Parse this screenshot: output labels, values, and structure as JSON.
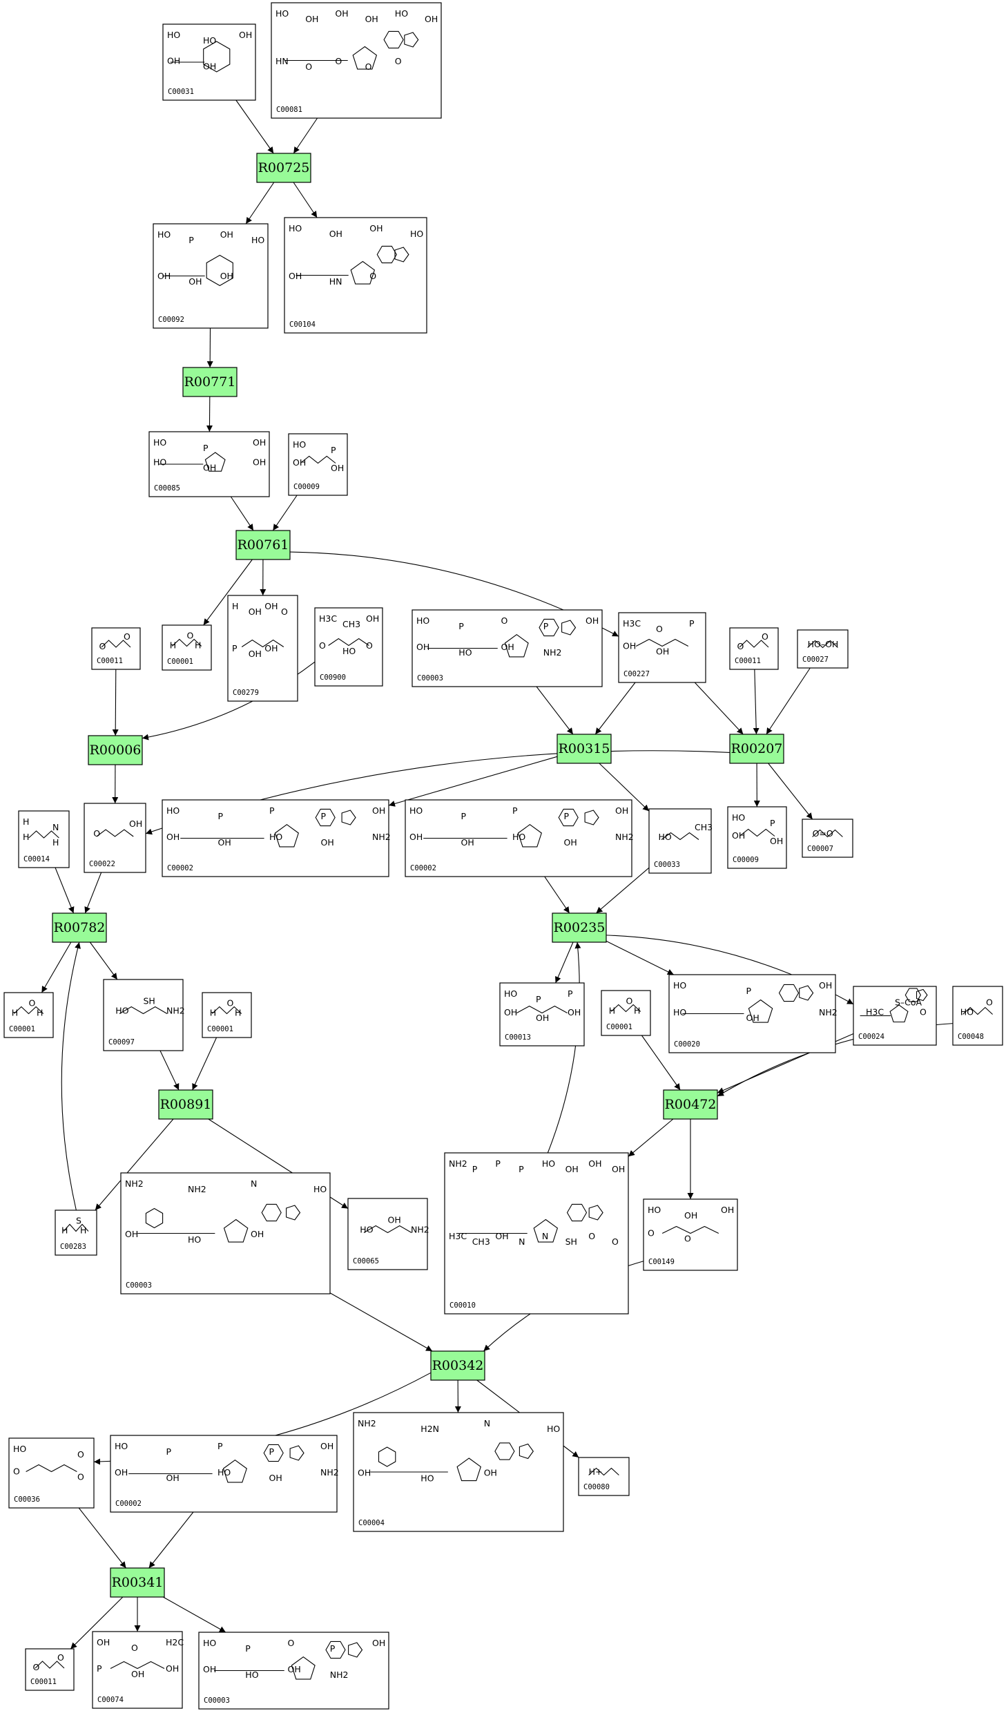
{
  "colors": {
    "reaction_fill": "#98fb98",
    "line": "#000000",
    "background": "#ffffff"
  },
  "reactions": [
    {
      "id": "R00725"
    },
    {
      "id": "R00771"
    },
    {
      "id": "R00761"
    },
    {
      "id": "R00006"
    },
    {
      "id": "R00315"
    },
    {
      "id": "R00207"
    },
    {
      "id": "R00782"
    },
    {
      "id": "R00235"
    },
    {
      "id": "R00891"
    },
    {
      "id": "R00472"
    },
    {
      "id": "R00342"
    },
    {
      "id": "R00341"
    }
  ],
  "compounds": [
    {
      "key": "c00031",
      "id": "C00031",
      "labels": [
        "HO",
        "HO",
        "OH",
        "OH",
        "OH"
      ]
    },
    {
      "key": "c00081",
      "id": "C00081",
      "labels": [
        "HO",
        "OH",
        "OH",
        "OH",
        "HO",
        "OH",
        "HN",
        "O",
        "O",
        "O",
        "O"
      ]
    },
    {
      "key": "c00092",
      "id": "C00092",
      "labels": [
        "HO",
        "P",
        "OH",
        "HO",
        "OH",
        "OH",
        "OH"
      ]
    },
    {
      "key": "c00104",
      "id": "C00104",
      "labels": [
        "HO",
        "OH",
        "OH",
        "HO",
        "OH",
        "HN",
        "O"
      ]
    },
    {
      "key": "c00085",
      "id": "C00085",
      "labels": [
        "HO",
        "P",
        "OH",
        "HO",
        "OH",
        "OH"
      ]
    },
    {
      "key": "c00009a",
      "id": "C00009",
      "labels": [
        "HO",
        "P",
        "OH",
        "OH"
      ]
    },
    {
      "key": "c00001a",
      "id": "C00001",
      "labels": [
        "H",
        "O",
        "H"
      ]
    },
    {
      "key": "c00279",
      "id": "C00279",
      "labels": [
        "H",
        "OH",
        "OH",
        "O",
        "P",
        "OH",
        "OH"
      ]
    },
    {
      "key": "c00900",
      "id": "C00900",
      "labels": [
        "H3C",
        "CH3",
        "OH",
        "O",
        "HO",
        "O"
      ]
    },
    {
      "key": "c00011a",
      "id": "C00011",
      "labels": [
        "O",
        "O"
      ]
    },
    {
      "key": "c00003a",
      "id": "C00003",
      "labels": [
        "HO",
        "P",
        "O",
        "P",
        "OH",
        "OH",
        "HO",
        "OH",
        "NH2"
      ]
    },
    {
      "key": "c00227",
      "id": "C00227",
      "labels": [
        "H3C",
        "O",
        "P",
        "OH",
        "OH"
      ]
    },
    {
      "key": "c00011b",
      "id": "C00011",
      "labels": [
        "O",
        "O"
      ]
    },
    {
      "key": "c00027",
      "id": "C00027",
      "labels": [
        "HO–OH"
      ]
    },
    {
      "key": "c00014",
      "id": "C00014",
      "labels": [
        "H",
        "N",
        "H",
        "H"
      ]
    },
    {
      "key": "c00022",
      "id": "C00022",
      "labels": [
        "O",
        "OH"
      ]
    },
    {
      "key": "c00002a",
      "id": "C00002",
      "labels": [
        "HO",
        "P",
        "P",
        "P",
        "OH",
        "OH",
        "OH",
        "HO",
        "OH",
        "NH2"
      ]
    },
    {
      "key": "c00002b",
      "id": "C00002",
      "labels": [
        "HO",
        "P",
        "P",
        "P",
        "OH",
        "OH",
        "OH",
        "HO",
        "OH",
        "NH2"
      ]
    },
    {
      "key": "c00033",
      "id": "C00033",
      "labels": [
        "HO",
        "CH3"
      ]
    },
    {
      "key": "c00009b",
      "id": "C00009",
      "labels": [
        "HO",
        "P",
        "OH",
        "OH"
      ]
    },
    {
      "key": "c00007",
      "id": "C00007",
      "labels": [
        "O=O"
      ]
    },
    {
      "key": "c00001b",
      "id": "C00001",
      "labels": [
        "H",
        "O",
        "H"
      ]
    },
    {
      "key": "c00097",
      "id": "C00097",
      "labels": [
        "HO",
        "SH",
        "NH2"
      ]
    },
    {
      "key": "c00001c",
      "id": "C00001",
      "labels": [
        "H",
        "O",
        "H"
      ]
    },
    {
      "key": "c00013",
      "id": "C00013",
      "labels": [
        "HO",
        "P",
        "P",
        "OH",
        "OH",
        "OH"
      ]
    },
    {
      "key": "c00001d",
      "id": "C00001",
      "labels": [
        "H",
        "O",
        "H"
      ]
    },
    {
      "key": "c00020",
      "id": "C00020",
      "labels": [
        "HO",
        "P",
        "OH",
        "HO",
        "OH",
        "NH2"
      ]
    },
    {
      "key": "c00024",
      "id": "C00024",
      "labels": [
        "H3C",
        "S–CoA",
        "O"
      ]
    },
    {
      "key": "c00048",
      "id": "C00048",
      "labels": [
        "HO",
        "O"
      ]
    },
    {
      "key": "c00283",
      "id": "C00283",
      "labels": [
        "H",
        "S",
        "H"
      ]
    },
    {
      "key": "c00003b",
      "id": "C00003",
      "labels": [
        "NH2",
        "NH2",
        "N",
        "HO",
        "OH",
        "HO",
        "OH"
      ]
    },
    {
      "key": "c00065",
      "id": "C00065",
      "labels": [
        "HO",
        "OH",
        "NH2"
      ]
    },
    {
      "key": "c00010",
      "id": "C00010",
      "labels": [
        "NH2",
        "P",
        "P",
        "P",
        "HO",
        "OH",
        "OH",
        "OH",
        "H3C",
        "CH3",
        "OH",
        "N",
        "N",
        "SH",
        "O",
        "O"
      ]
    },
    {
      "key": "c00149",
      "id": "C00149",
      "labels": [
        "HO",
        "OH",
        "OH",
        "O",
        "O"
      ]
    },
    {
      "key": "c00036",
      "id": "C00036",
      "labels": [
        "HO",
        "O",
        "O",
        "O"
      ]
    },
    {
      "key": "c00002c",
      "id": "C00002",
      "labels": [
        "HO",
        "P",
        "P",
        "P",
        "OH",
        "OH",
        "OH",
        "HO",
        "OH",
        "NH2"
      ]
    },
    {
      "key": "c00004",
      "id": "C00004",
      "labels": [
        "NH2",
        "H2N",
        "N",
        "HO",
        "OH",
        "HO",
        "OH"
      ]
    },
    {
      "key": "c00080",
      "id": "C00080",
      "labels": [
        "H+"
      ]
    },
    {
      "key": "c00011c",
      "id": "C00011",
      "labels": [
        "O",
        "O"
      ]
    },
    {
      "key": "c00074",
      "id": "C00074",
      "labels": [
        "OH",
        "O",
        "H2C",
        "P",
        "OH",
        "OH"
      ]
    },
    {
      "key": "c00003c",
      "id": "C00003",
      "labels": [
        "HO",
        "P",
        "O",
        "P",
        "OH",
        "OH",
        "HO",
        "OH",
        "NH2"
      ]
    }
  ]
}
